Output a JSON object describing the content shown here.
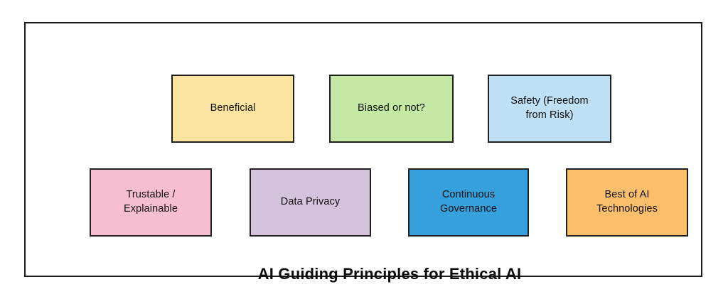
{
  "diagram": {
    "title": "AI Guiding Principles for Ethical AI",
    "frame_border_color": "#1a1a1a",
    "background_color": "#ffffff",
    "rows": [
      {
        "row_index": 1,
        "boxes": [
          {
            "label": "Beneficial",
            "fill": "#FBE3A0",
            "border": "#1f1f1f"
          },
          {
            "label": "Biased or not?",
            "fill": "#C5E8A4",
            "border": "#1f1f1f"
          },
          {
            "label": "Safety (Freedom\nfrom Risk)",
            "fill": "#BFDFF5",
            "border": "#1f1f1f"
          }
        ]
      },
      {
        "row_index": 2,
        "boxes": [
          {
            "label": "Trustable /\nExplainable",
            "fill": "#F7BDD0",
            "border": "#1f1f1f"
          },
          {
            "label": "Data Privacy",
            "fill": "#D5C2DD",
            "border": "#1f1f1f"
          },
          {
            "label": "Continuous\nGovernance",
            "fill": "#35A0DC",
            "border": "#1f1f1f"
          },
          {
            "label": "Best of AI\nTechnologies",
            "fill": "#FBBF6B",
            "border": "#1f1f1f"
          }
        ]
      }
    ]
  }
}
